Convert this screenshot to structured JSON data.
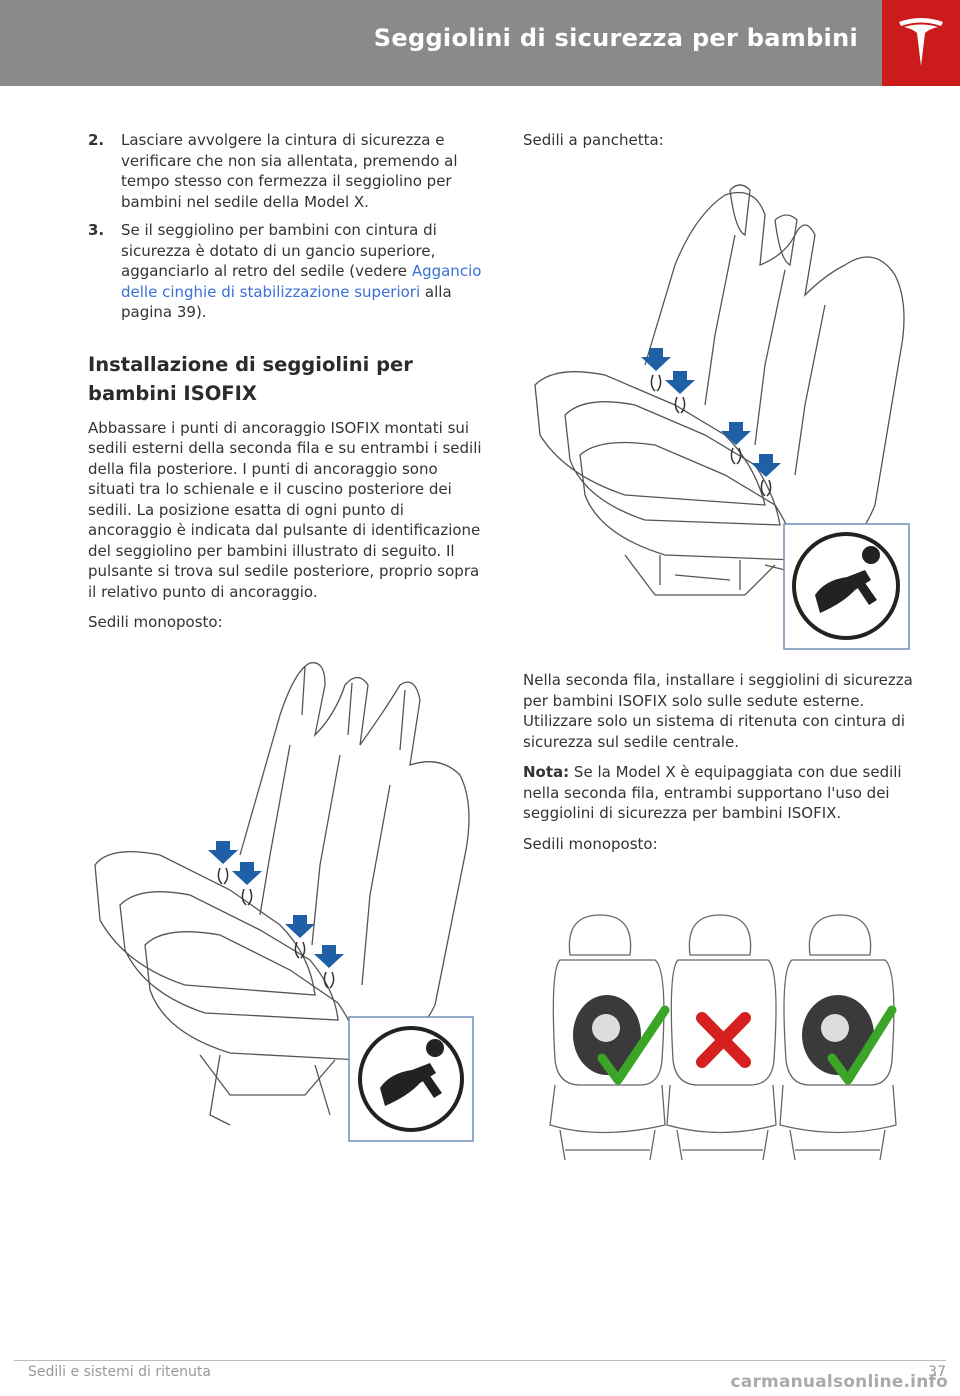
{
  "header": {
    "title": "Seggiolini di sicurezza per bambini"
  },
  "left": {
    "steps": [
      {
        "num": "2.",
        "text": "Lasciare avvolgere la cintura di sicurezza e verificare che non sia allentata, premendo al tempo stesso con fermezza il seggiolino per bambini nel sedile della Model X."
      },
      {
        "num": "3.",
        "text_before": "Se il seggiolino per bambini con cintura di sicurezza è dotato di un gancio superiore, agganciarlo al retro del sedile (vedere ",
        "link": "Aggancio delle cinghie di stabilizzazione superiori",
        "text_after": " alla pagina 39)."
      }
    ],
    "section_title": "Installazione di seggiolini per bambini ISOFIX",
    "paragraph": "Abbassare i punti di ancoraggio ISOFIX montati sui sedili esterni della seconda fila e su entrambi i sedili della fila posteriore. I punti di ancoraggio sono situati tra lo schienale e il cuscino posteriore dei sedili. La posizione esatta di ogni punto di ancoraggio è indicata dal pulsante di identificazione del seggiolino per bambini illustrato di seguito. Il pulsante si trova sul sedile posteriore, proprio sopra il relativo punto di ancoraggio.",
    "caption": "Sedili monoposto:"
  },
  "right": {
    "caption_bench": "Sedili a panchetta:",
    "paragraph": "Nella seconda fila, installare i seggiolini di sicurezza per bambini ISOFIX solo sulle sedute esterne. Utilizzare solo un sistema di ritenuta con cintura di sicurezza sul sedile centrale.",
    "note_label": "Nota:",
    "note_text": " Se la Model X è equipaggiata con due sedili nella seconda fila, entrambi supportano l'uso dei seggiolini di sicurezza per bambini ISOFIX.",
    "caption_single": "Sedili monoposto:"
  },
  "footer": {
    "section": "Sedili e sistemi di ritenuta",
    "page": "37",
    "watermark": "carmanualsonline.info"
  },
  "colors": {
    "header_bg": "#8a8a8a",
    "logo_bg": "#cc1b1b",
    "link": "#3a6fd8",
    "arrow": "#1f5fa6",
    "check": "#3aa526",
    "cross": "#d62020"
  }
}
